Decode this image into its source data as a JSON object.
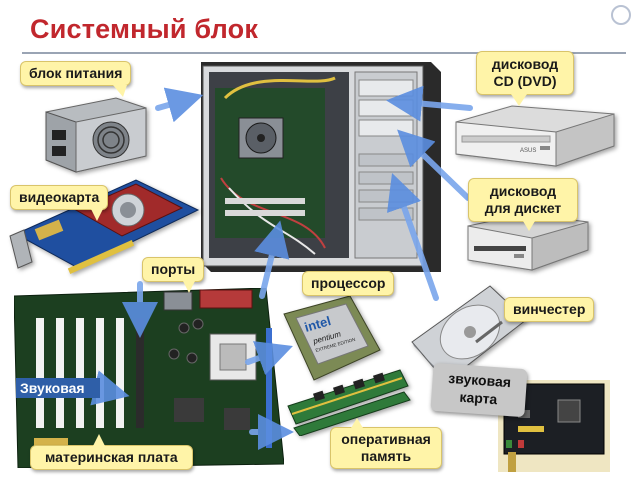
{
  "slide": {
    "title": "Системный блок",
    "colors": {
      "title": "#c1272d",
      "label_bg": "#fff4a8",
      "arrow": "#5b8ee0",
      "zvuk_bg": "#2f5fa8"
    }
  },
  "labels": {
    "psu": "блок питания",
    "dvd_line1": "дисковод",
    "dvd_line2": "CD (DVD)",
    "videocard": "видеокарта",
    "floppy_line1": "дисковод",
    "floppy_line2": "для дискет",
    "ports": "порты",
    "cpu": "процессор",
    "hdd": "винчестер",
    "ram_line1": "оперативная",
    "ram_line2": "память",
    "motherboard": "материнская плата",
    "zvuk_overlay": "Звуковая",
    "soundcard_line1": "звуковая",
    "soundcard_line2": "карта"
  },
  "components": {
    "cpu_brand": "intel",
    "cpu_model": "pentium",
    "cpu_edition": "EXTREME EDITION",
    "dvd_brand": "ASUS"
  },
  "icons": [
    "power-supply-image",
    "pc-case-image",
    "dvd-drive-image",
    "floppy-drive-image",
    "videocard-image",
    "motherboard-image",
    "cpu-image",
    "hdd-image",
    "ram-image",
    "soundcard-image",
    "arrow-icon"
  ]
}
